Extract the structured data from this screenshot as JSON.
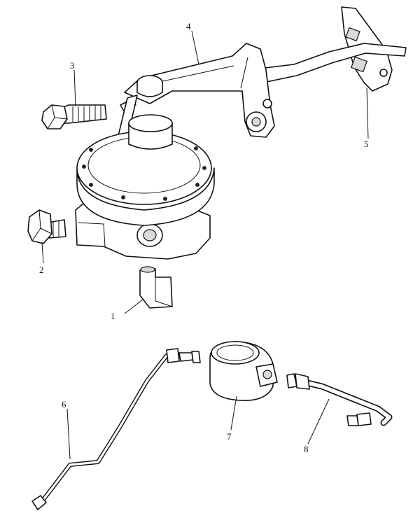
{
  "callouts": [
    {
      "id": "1",
      "text": "1"
    },
    {
      "id": "2",
      "text": "2"
    },
    {
      "id": "3",
      "text": "3"
    },
    {
      "id": "4",
      "text": "4"
    },
    {
      "id": "5",
      "text": "5"
    },
    {
      "id": "6",
      "text": "6"
    },
    {
      "id": "7",
      "text": "7"
    },
    {
      "id": "8",
      "text": "8"
    }
  ],
  "colors": {
    "line": "#111111",
    "paper": "#ffffff",
    "shade": "#d9d9d9"
  }
}
